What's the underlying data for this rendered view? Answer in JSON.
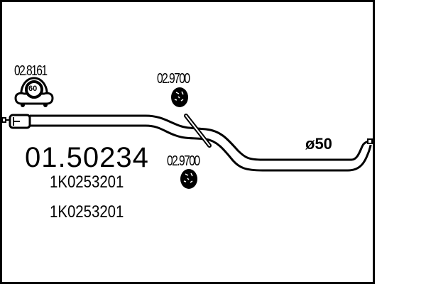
{
  "diagram": {
    "type": "exhaust-pipe-part-drawing",
    "article_number": "01.50234",
    "oem_numbers": [
      "1K0253201",
      "1K0253201"
    ],
    "diameter_label": "ø50",
    "accessories": [
      {
        "code": "02.8161",
        "icon": "clamp-icon",
        "icon_label": "60"
      },
      {
        "code": "02.9700",
        "icon": "rubber-mount-icon"
      },
      {
        "code": "02.9700",
        "icon": "rubber-mount-icon"
      }
    ]
  },
  "colors": {
    "line": "#000000",
    "background": "#ffffff"
  }
}
